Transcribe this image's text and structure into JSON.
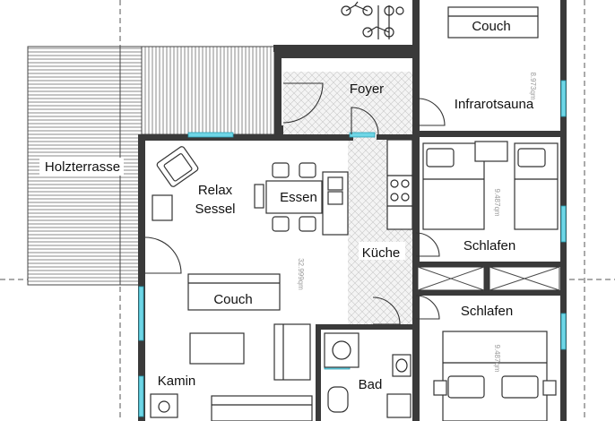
{
  "rooms": {
    "couch_top": "Couch",
    "foyer": "Foyer",
    "infrarotsauna": "Infrarotsauna",
    "holzterrasse": "Holzterrasse",
    "relax_line1": "Relax",
    "relax_line2": "Sessel",
    "essen": "Essen",
    "kueche": "Küche",
    "schlafen_1": "Schlafen",
    "schlafen_2": "Schlafen",
    "couch_living": "Couch",
    "kamin": "Kamin",
    "bad": "Bad"
  },
  "areas": {
    "sauna_area": "8.973qm",
    "schlafen1_area": "9.487qm",
    "living_area": "32.999qm",
    "schlafen2_area": "9.487qm"
  },
  "colors": {
    "wall": "#3a3a3a",
    "glass": "#6fd6e6",
    "label": "#111111",
    "area_label": "#9a9a9a"
  }
}
